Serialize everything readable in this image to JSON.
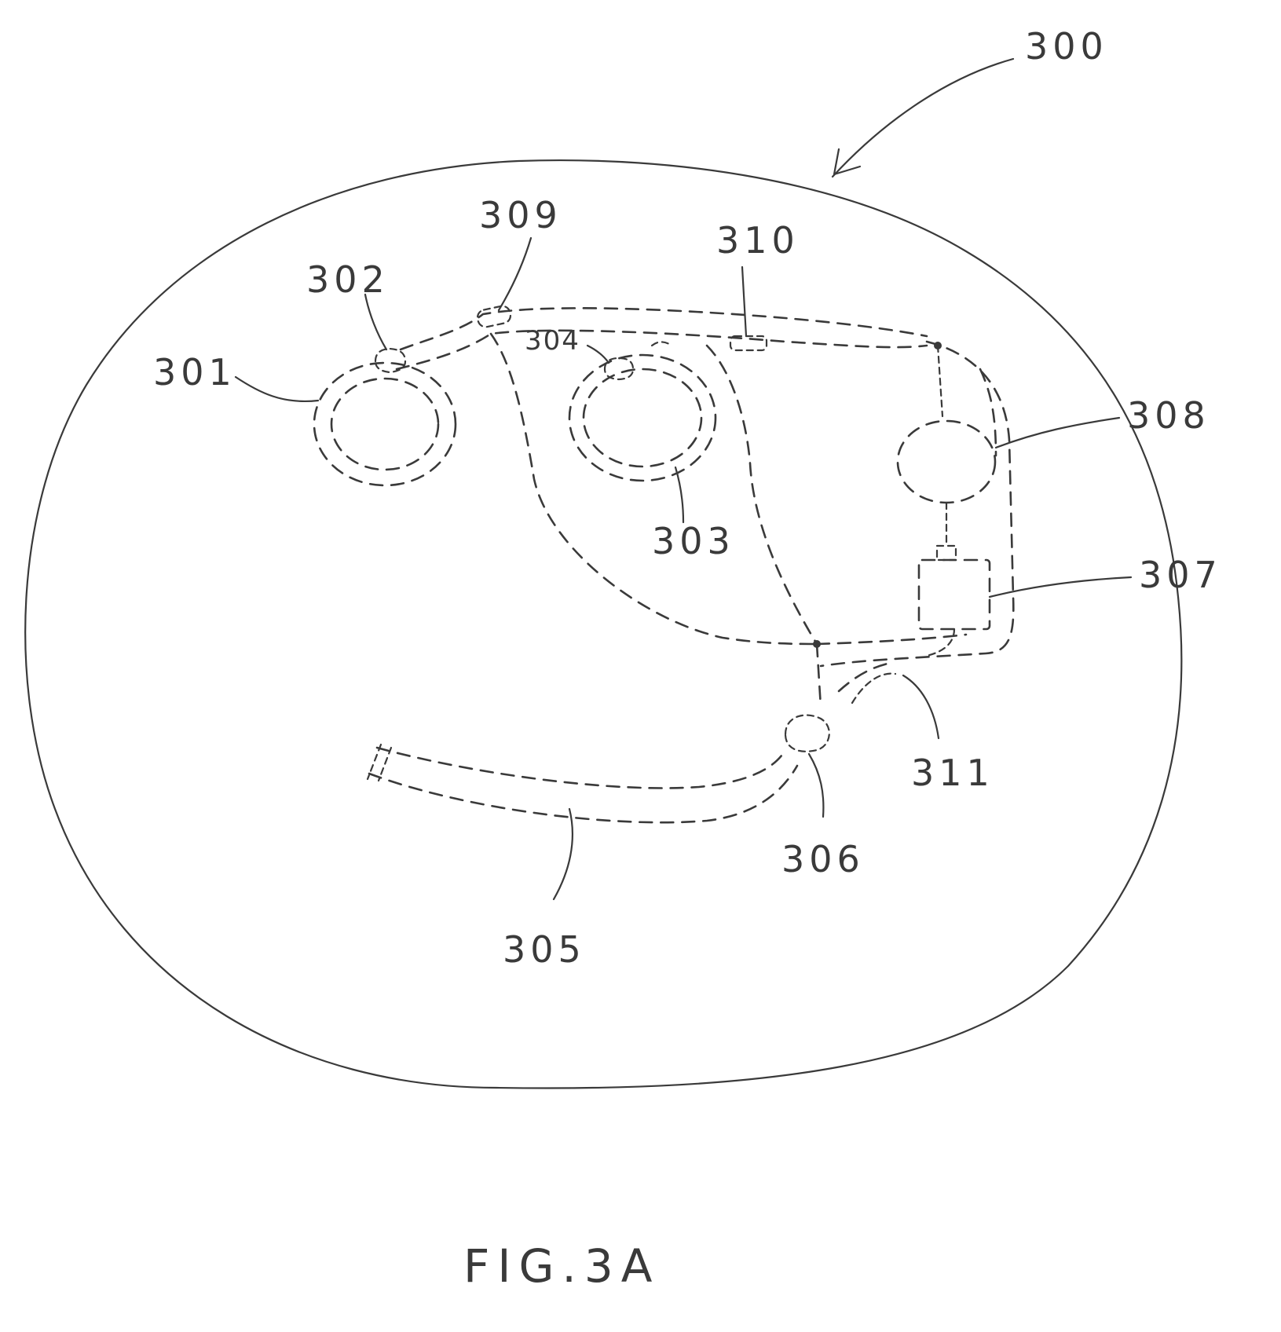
{
  "labels": {
    "r300": "300",
    "r301": "301",
    "r302": "302",
    "r303": "303",
    "r304": "304",
    "r305": "305",
    "r306": "306",
    "r307": "307",
    "r308": "308",
    "r309": "309",
    "r310": "310",
    "r311": "311"
  },
  "caption": "FIG.3A"
}
